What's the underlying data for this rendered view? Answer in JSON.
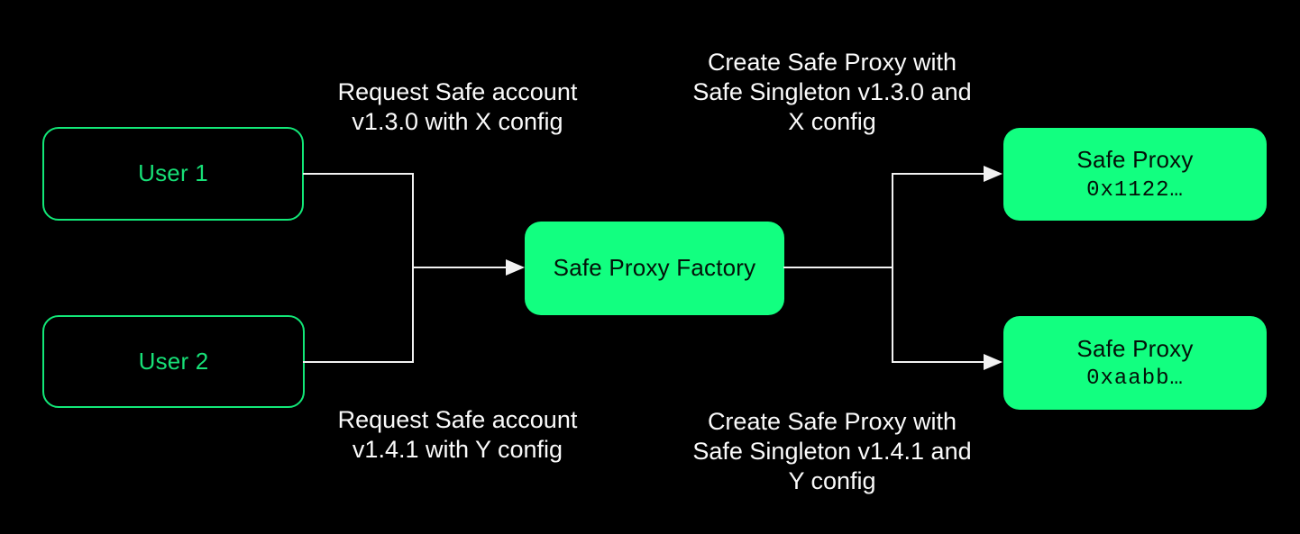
{
  "colors": {
    "background": "#000000",
    "accent_green_fill": "#12ff80",
    "accent_green_outline": "#12e878",
    "node_text_on_green": "#031008",
    "annotation_text": "#fafafa",
    "connector": "#f2f2f2"
  },
  "nodes": {
    "user1": {
      "label": "User 1"
    },
    "user2": {
      "label": "User 2"
    },
    "factory": {
      "label": "Safe Proxy Factory"
    },
    "proxy1": {
      "title": "Safe Proxy",
      "address": "0x1122…"
    },
    "proxy2": {
      "title": "Safe Proxy",
      "address": "0xaabb…"
    }
  },
  "annotations": {
    "request_top": "Request Safe account\nv1.3.0 with X config",
    "create_top": "Create Safe Proxy with\nSafe Singleton v1.3.0 and\nX config",
    "request_bottom": "Request Safe account\nv1.4.1 with Y config",
    "create_bottom": "Create Safe Proxy with\nSafe Singleton v1.4.1 and\nY config"
  }
}
